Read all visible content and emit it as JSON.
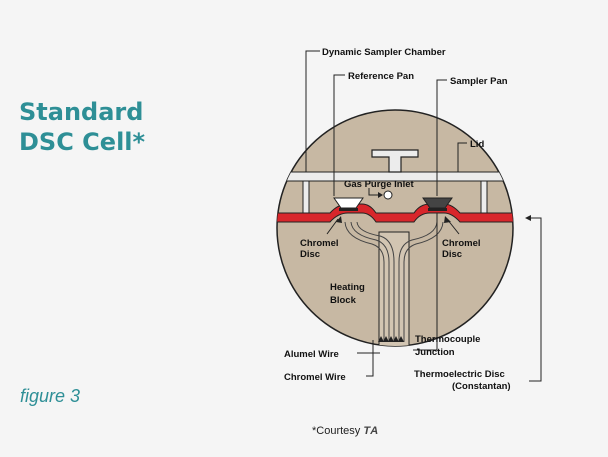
{
  "title": {
    "line1": "Standard",
    "line2": "DSC Cell*"
  },
  "figure_label": "figure 3",
  "courtesy": {
    "prefix": "*Courtesy",
    "logo_text": "TA"
  },
  "labels": {
    "dynamic_sampler_chamber": "Dynamic Sampler Chamber",
    "reference_pan": "Reference Pan",
    "sampler_pan": "Sampler Pan",
    "lid": "Lid",
    "gas_purge_inlet": "Gas Purge Inlet",
    "chromel_disc_left_1": "Chromel",
    "chromel_disc_left_2": "Disc",
    "chromel_disc_right_1": "Chromel",
    "chromel_disc_right_2": "Disc",
    "heating_block_1": "Heating",
    "heating_block_2": "Block",
    "thermocouple_1": "Thermocouple",
    "thermocouple_2": "Junction",
    "alumel_wire": "Alumel Wire",
    "chromel_wire": "Chromel Wire",
    "thermoelectric_1": "Thermoelectric Disc",
    "thermoelectric_2": "(Constantan)"
  },
  "colors": {
    "accent": "#2e8f96",
    "block": "#c7b8a3",
    "disc_red": "#d8262b",
    "lid_fill": "#ececec",
    "outline": "#222222"
  }
}
